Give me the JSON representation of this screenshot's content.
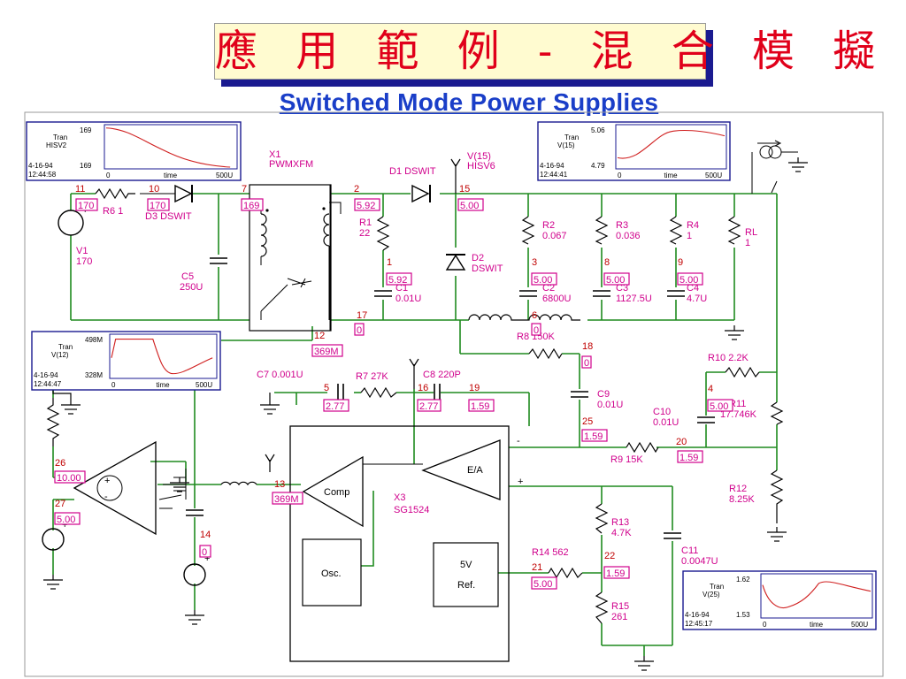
{
  "title": "應 用 範 例 - 混 合 模 擬",
  "subtitle": "Switched Mode Power Supplies",
  "probes": [
    {
      "name": "probe-hisv2",
      "line1": "Tran",
      "line2": "HISV2",
      "max": "169",
      "min": "169",
      "x0": "0",
      "xlabel": "time",
      "xmax": "500U",
      "date": "4-16-94",
      "time": "12:44:58"
    },
    {
      "name": "probe-v15",
      "line1": "Tran",
      "line2": "V(15)",
      "max": "5.06",
      "min": "4.79",
      "x0": "0",
      "xlabel": "time",
      "xmax": "500U",
      "date": "4-16-94",
      "time": "12:44:41"
    },
    {
      "name": "probe-v12",
      "line1": "Tran",
      "line2": "V(12)",
      "max": "498M",
      "min": "328M",
      "x0": "0",
      "xlabel": "time",
      "xmax": "500U",
      "date": "4-16-94",
      "time": "12:44:47"
    },
    {
      "name": "probe-v25",
      "line1": "Tran",
      "line2": "V(25)",
      "max": "1.62",
      "min": "1.53",
      "x0": "0",
      "xlabel": "time",
      "xmax": "500U",
      "date": "4-16-94",
      "time": "12:45:17"
    }
  ],
  "components": {
    "x1a": "X1",
    "x1b": "PWMXFM",
    "d1": "D1  DSWIT",
    "v15a": "V(15)",
    "v15b": "HISV6",
    "r6": "R6  1",
    "d3": "D3  DSWIT",
    "v1a": "V1",
    "v1b": "170",
    "c5a": "C5",
    "c5b": "250U",
    "r1a": "R1",
    "r1b": "22",
    "c1a": "C1",
    "c1b": "0.01U",
    "d2a": "D2",
    "d2b": "DSWIT",
    "r2a": "R2",
    "r2b": "0.067",
    "r3a": "R3",
    "r3b": "0.036",
    "r4a": "R4",
    "r4b": "1",
    "rla": "RL",
    "rlb": "1",
    "c2a": "C2",
    "c2b": "6800U",
    "c3a": "C3",
    "c3b": "1127.5U",
    "c4a": "C4",
    "c4b": "4.7U",
    "r8": "R8  150K",
    "r10": "R10  2.2K",
    "r11a": "R11",
    "r11b": "17.746K",
    "c7": "C7  0.001U",
    "r7": "R7  27K",
    "c8": "C8  220P",
    "c9a": "C9",
    "c9b": "0.01U",
    "c10a": "C10",
    "c10b": "0.01U",
    "r9": "R9  15K",
    "x3a": "X3",
    "x3b": "SG1524",
    "ea": "E/A",
    "comp": "Comp",
    "osc": "Osc.",
    "ref5": "5V",
    "refb": "Ref.",
    "minus": "-",
    "plus": "+",
    "r12a": "R12",
    "r12b": "8.25K",
    "r13a": "R13",
    "r13b": "4.7K",
    "r14": "R14  562",
    "r15a": "R15",
    "r15b": "261",
    "c11a": "C11",
    "c11b": "0.0047U"
  },
  "nodes": {
    "n11": "11",
    "n10": "10",
    "n7": "7",
    "n2": "2",
    "n15": "15",
    "n1": "1",
    "n3": "3",
    "n8": "8",
    "n9": "9",
    "n6": "6",
    "n17": "17",
    "n12": "12",
    "n18": "18",
    "n4": "4",
    "n5": "5",
    "n16": "16",
    "n19": "19",
    "n25": "25",
    "n20": "20",
    "n26": "26",
    "n27": "27",
    "n13": "13",
    "n14": "14",
    "n22": "22",
    "n21": "21"
  },
  "values": {
    "v11": "170",
    "v10": "170",
    "v7": "169",
    "v2": "5.92",
    "v15": "5.00",
    "v1": "5.92",
    "v3": "5.00",
    "v8": "5.00",
    "v9": "5.00",
    "v6": "0",
    "v17": "0",
    "v12": "369M",
    "v18": "0",
    "v4": "5.00",
    "v5": "2.77",
    "v16": "2.77",
    "v19": "1.59",
    "v25": "1.59",
    "v20": "1.59",
    "v26": "10.00",
    "v27": "5.00",
    "v13": "369M",
    "v14": "0",
    "v22": "1.59",
    "v21": "5.00"
  },
  "colors": {
    "title": "#e0001a",
    "subtitle": "#1a3ec8",
    "wire": "#1e8a1e",
    "label": "#d0008c",
    "node": "#c00000",
    "frame": "#1a1a90"
  }
}
